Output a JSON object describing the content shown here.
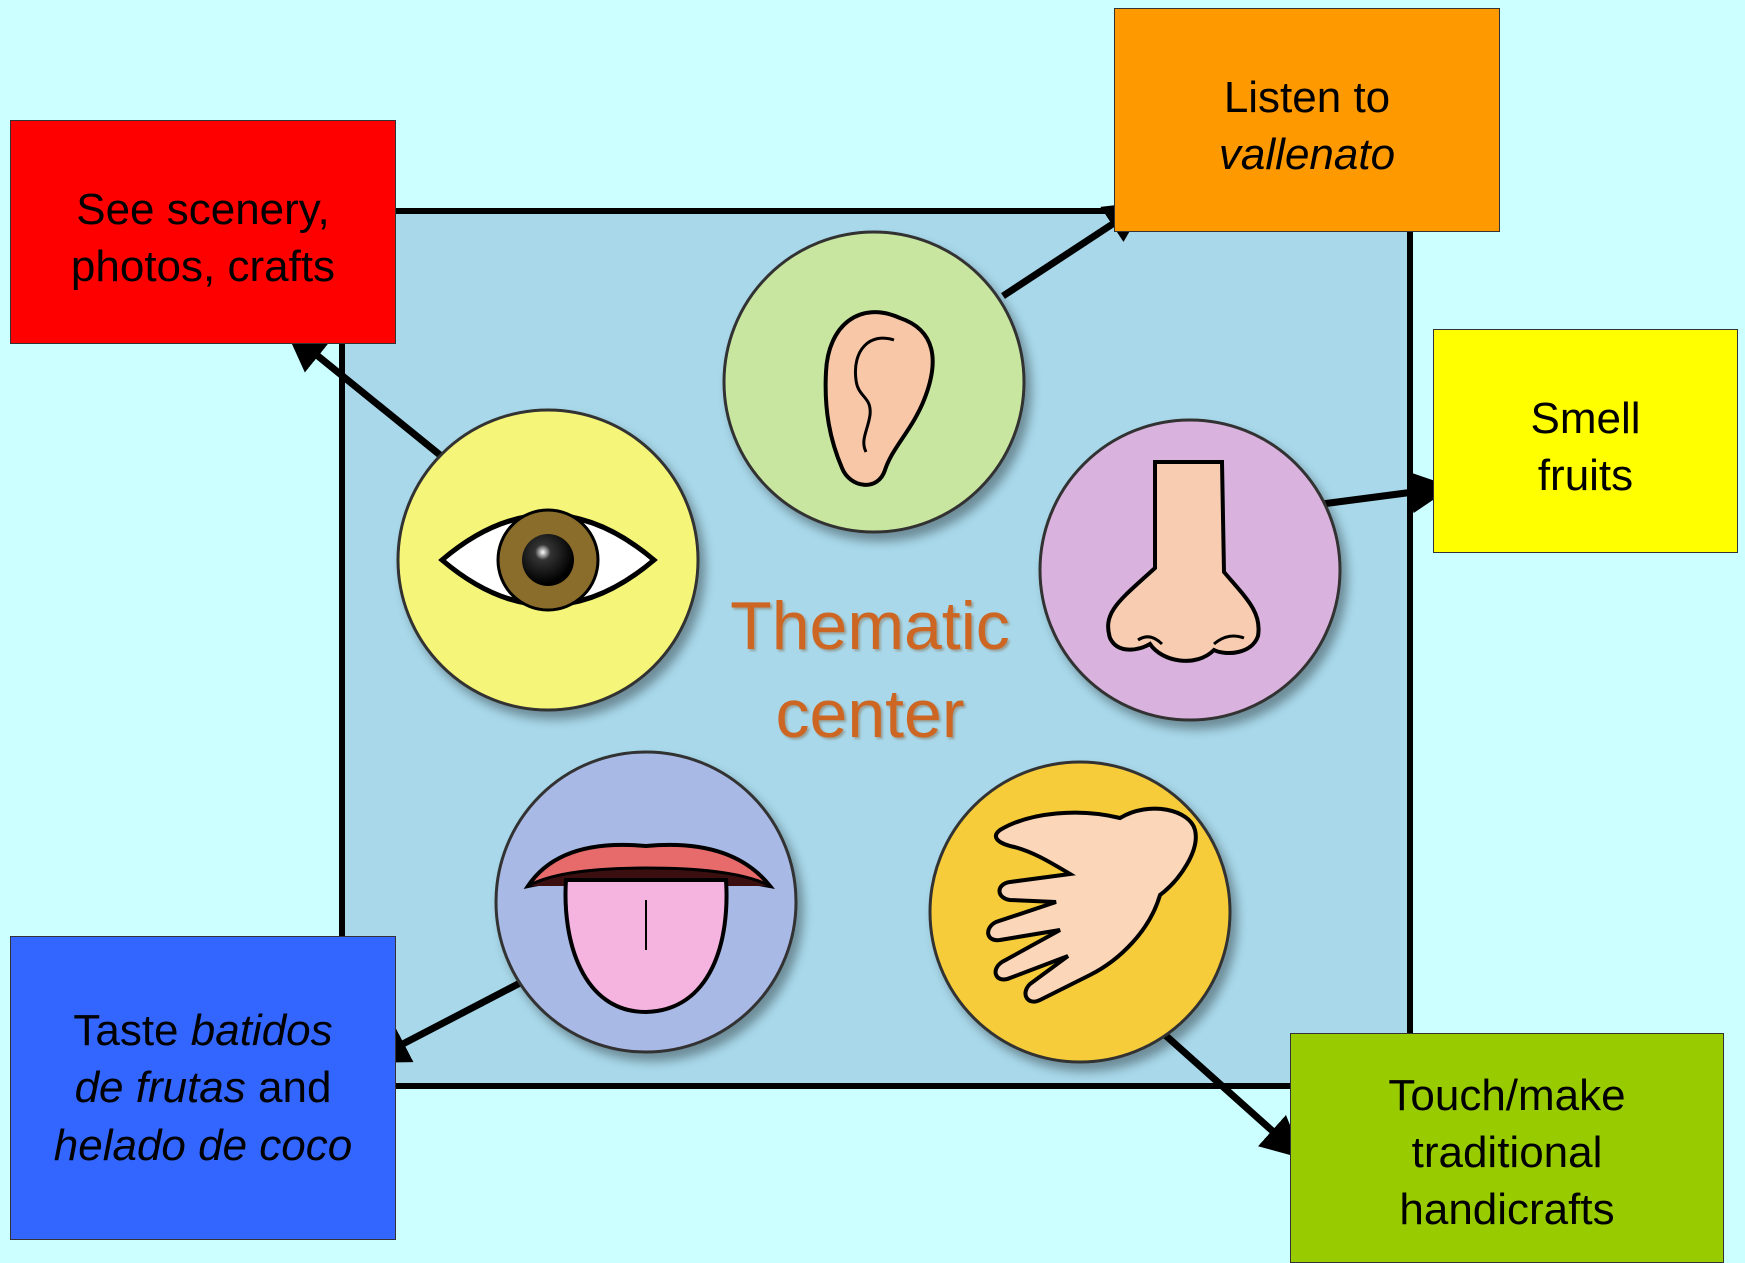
{
  "center": {
    "line1": "Thematic",
    "line2": "center"
  },
  "senses": {
    "see": {
      "icon": "eye-icon",
      "circle_color": "#f5f57a",
      "box_color": "#ff0000",
      "line1": "See scenery,",
      "line2": "photos, crafts"
    },
    "listen": {
      "icon": "ear-icon",
      "circle_color": "#c8e6a0",
      "box_color": "#ff9900",
      "line1": "Listen to",
      "line2_italic": "vallenato"
    },
    "smell": {
      "icon": "nose-icon",
      "circle_color": "#d9b3dd",
      "box_color": "#ffff00",
      "line1": "Smell",
      "line2": "fruits"
    },
    "taste": {
      "icon": "tongue-icon",
      "circle_color": "#a9b9e6",
      "box_color": "#3366ff",
      "line1_plain": "Taste ",
      "line1_italic": "batidos",
      "line2_italic": "de frutas",
      "line2_plain": " and",
      "line3_italic": "helado de coco"
    },
    "touch": {
      "icon": "hand-icon",
      "circle_color": "#f7cc3a",
      "box_color": "#99cc00",
      "line1": "Touch/make",
      "line2": "traditional",
      "line3": "handicrafts"
    }
  },
  "colors": {
    "background": "#ccffff",
    "panel": "#a8d8ea",
    "title": "#cc6622"
  }
}
